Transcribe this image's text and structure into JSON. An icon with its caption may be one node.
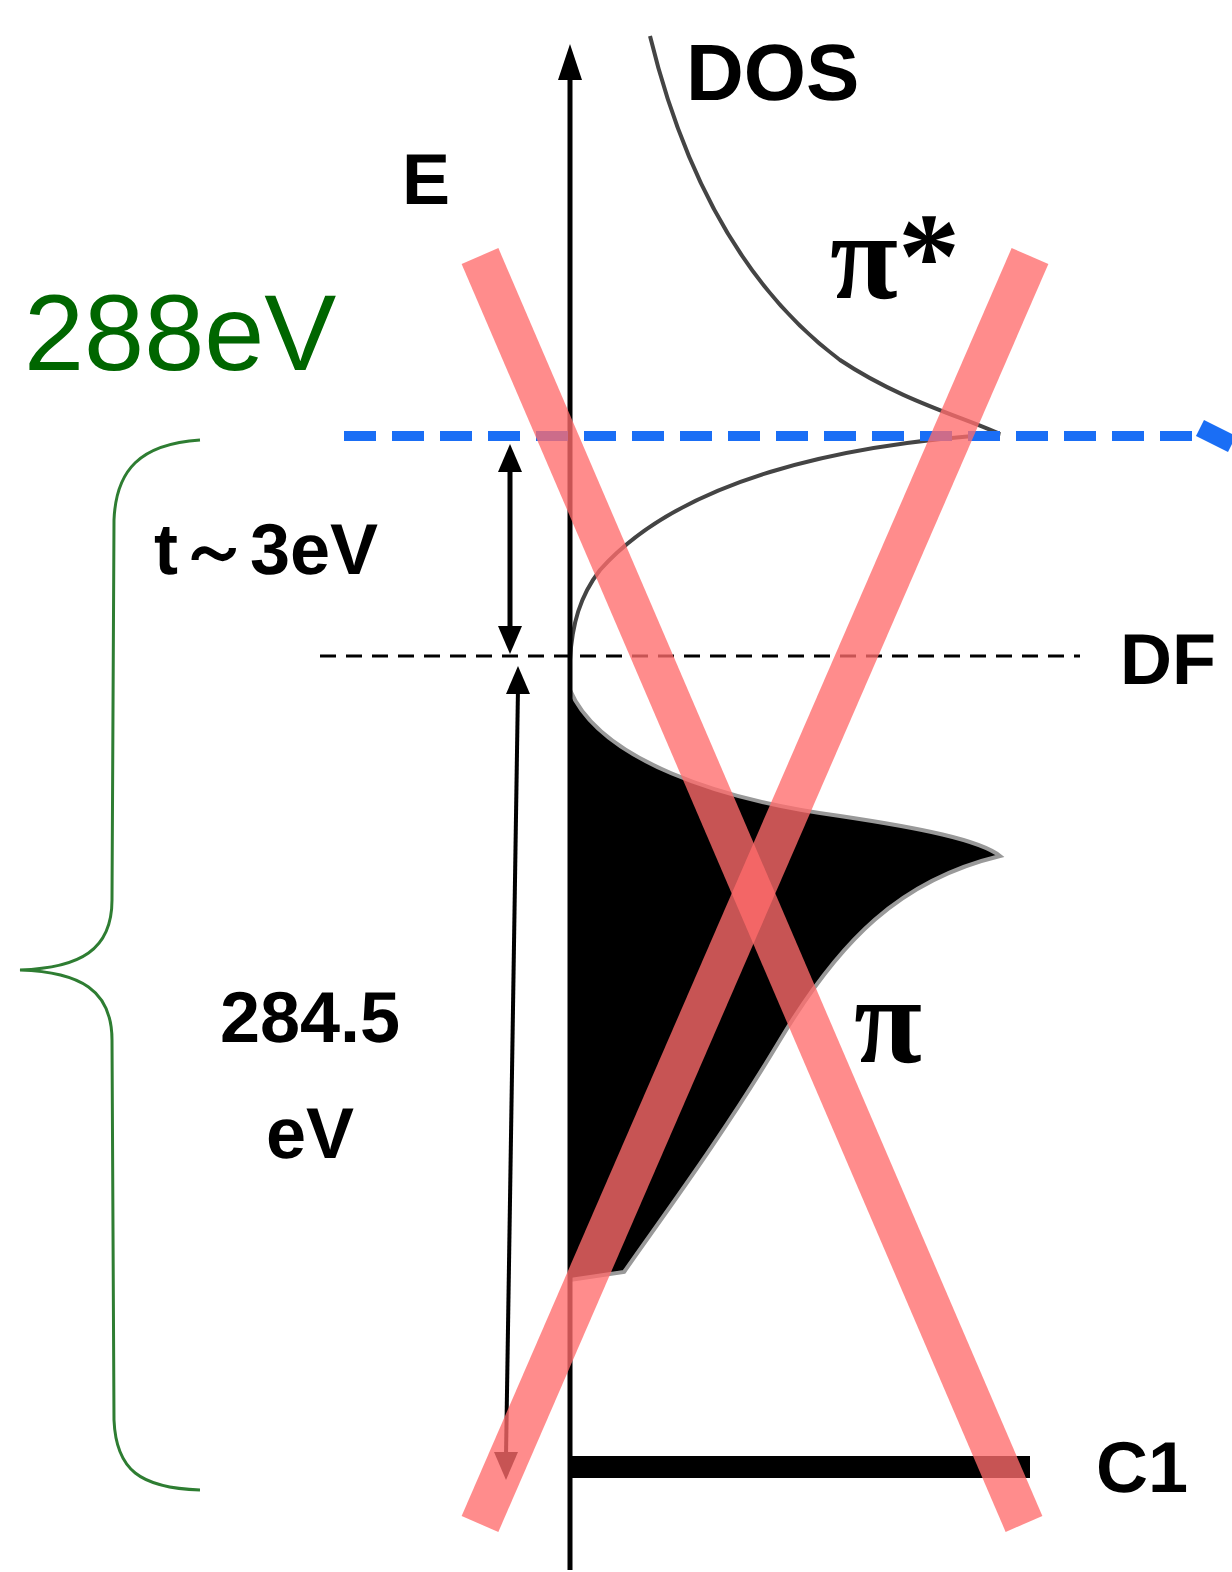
{
  "diagram": {
    "labels": [
      "DOS",
      "E",
      "π*",
      "288eV",
      "t～3eV",
      "DF",
      "284.5 eV",
      "π",
      "C1"
    ]
  }
}
